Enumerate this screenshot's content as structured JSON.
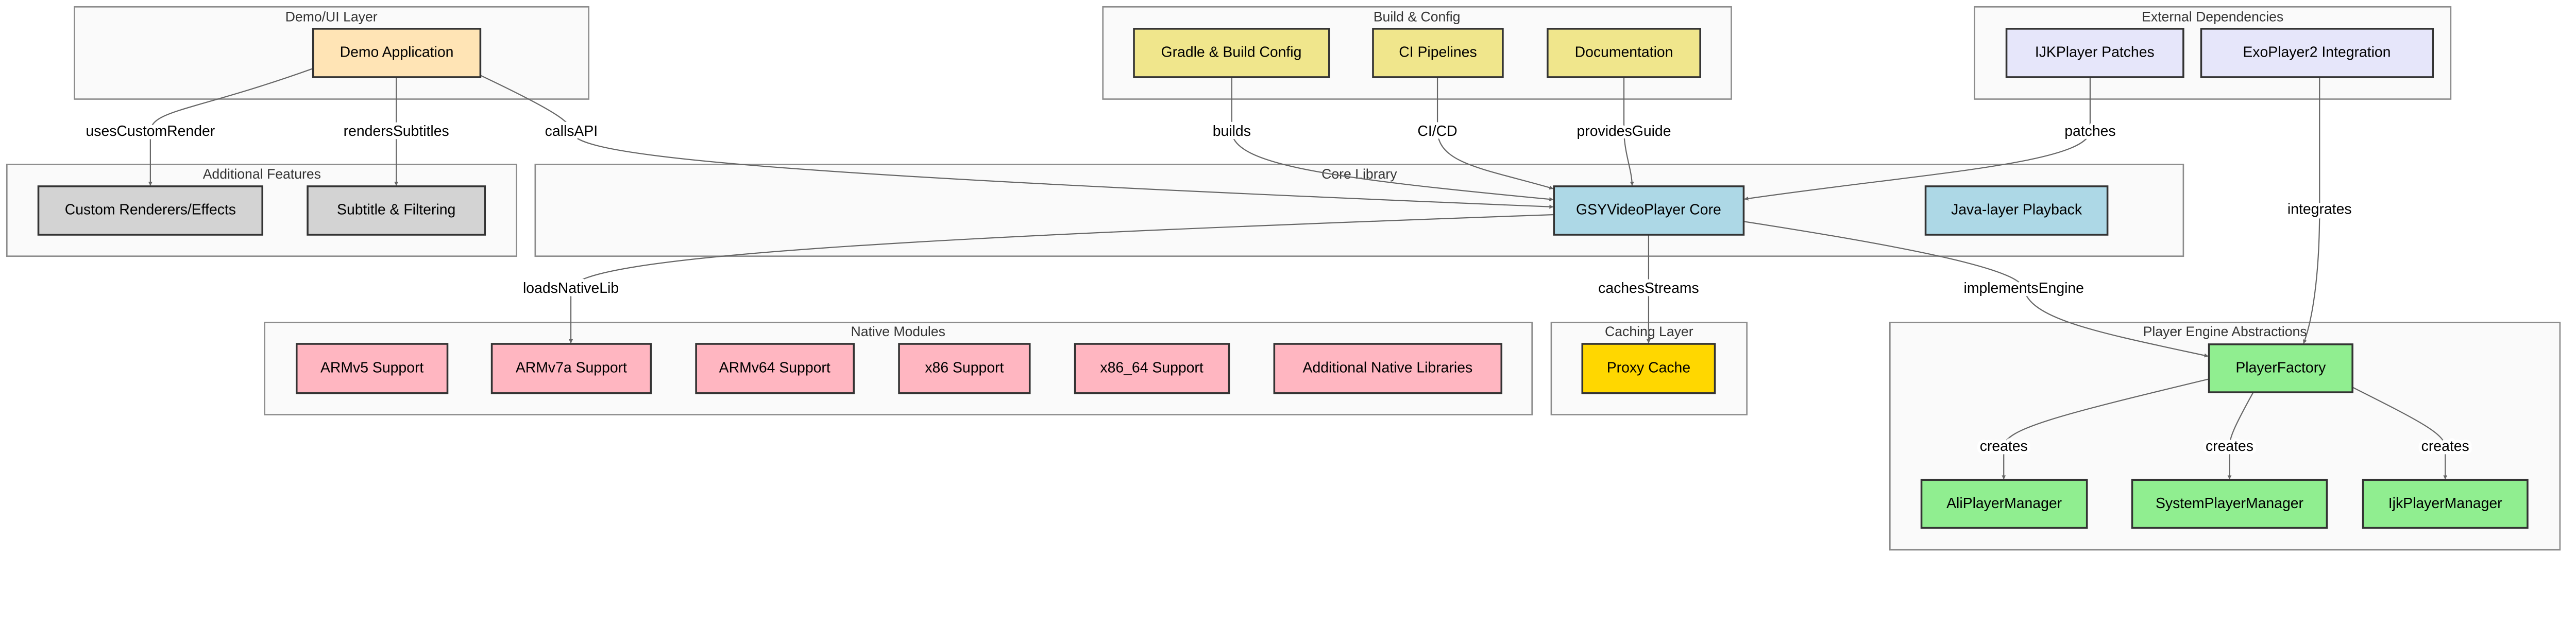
{
  "colors": {
    "demo": "#FFE4B5",
    "features": "#D3D3D3",
    "build": "#F0E68C",
    "external": "#E6E6FA",
    "core": "#ADD8E6",
    "native": "#FFB6C1",
    "cache": "#FFD700",
    "engine": "#90EE90",
    "edge": "#666666",
    "cluster_fill": "#FAFAFA"
  },
  "clusters": {
    "demo_ui": "Demo/UI Layer",
    "build_config": "Build & Config",
    "external": "External Dependencies",
    "additional_features": "Additional Features",
    "core_library": "Core Library",
    "native_modules": "Native Modules",
    "caching_layer": "Caching Layer",
    "player_engine": "Player Engine Abstractions"
  },
  "nodes": {
    "demo_app": "Demo Application",
    "gradle": "Gradle & Build Config",
    "ci": "CI Pipelines",
    "docs": "Documentation",
    "ijk_patches": "IJKPlayer Patches",
    "exo": "ExoPlayer2 Integration",
    "custom_renderers": "Custom Renderers/Effects",
    "subtitle": "Subtitle & Filtering",
    "core": "GSYVideoPlayer Core",
    "java_playback": "Java-layer Playback",
    "armv5": "ARMv5 Support",
    "armv7a": "ARMv7a Support",
    "armv64": "ARMv64 Support",
    "x86": "x86 Support",
    "x86_64": "x86_64 Support",
    "additional_native": "Additional Native Libraries",
    "proxy_cache": "Proxy Cache",
    "player_factory": "PlayerFactory",
    "ali": "AliPlayerManager",
    "system": "SystemPlayerManager",
    "ijk_manager": "IjkPlayerManager"
  },
  "edges": {
    "uses_custom_render": "usesCustomRender",
    "renders_subtitles": "rendersSubtitles",
    "calls_api": "callsAPI",
    "builds": "builds",
    "ci_cd": "CI/CD",
    "provides_guide": "providesGuide",
    "patches": "patches",
    "loads_native_lib": "loadsNativeLib",
    "caches_streams": "cachesStreams",
    "implements_engine": "implementsEngine",
    "integrates": "integrates",
    "creates_ali": "creates",
    "creates_system": "creates",
    "creates_ijk": "creates"
  }
}
